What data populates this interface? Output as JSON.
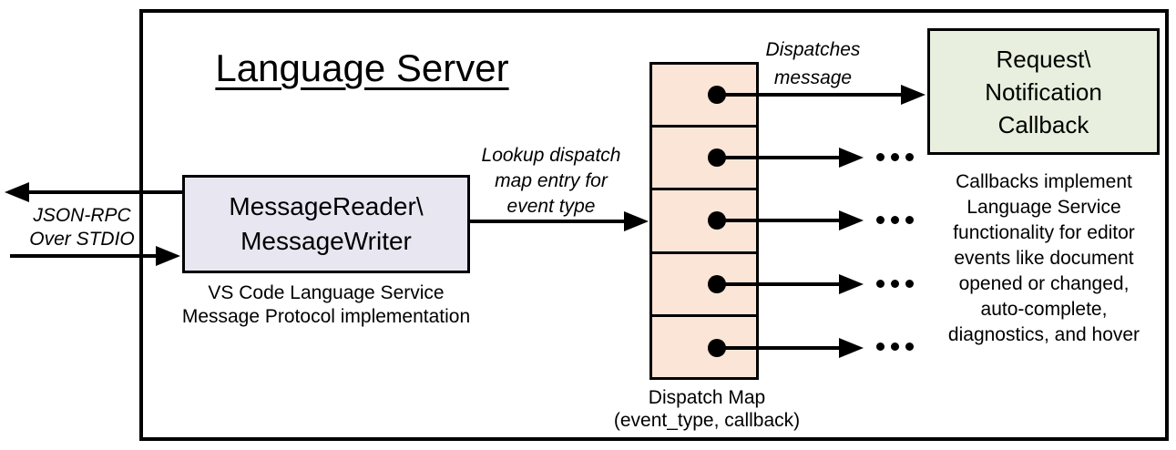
{
  "diagram": {
    "title": "Language Server"
  },
  "io_module": {
    "label_lines": [
      "MessageReader\\",
      "MessageWriter"
    ],
    "caption_lines": [
      "VS Code Language Service",
      "Message Protocol implementation"
    ],
    "fill": "#E8E6F0"
  },
  "dispatch_map": {
    "entry_count": 5,
    "caption_lines": [
      "Dispatch Map",
      "(event_type, callback)"
    ],
    "fill": "#FBE5D6"
  },
  "callback_box": {
    "label_lines": [
      "Request\\",
      "Notification",
      "Callback"
    ],
    "caption_lines": [
      "Callbacks implement",
      "Language Service",
      "functionality for editor",
      "events like document",
      "opened or changed,",
      "auto-complete,",
      "diagnostics, and hover"
    ],
    "fill": "#E8EFDE"
  },
  "annotations": {
    "json_rpc_lines": [
      "JSON-RPC",
      "Over STDIO"
    ],
    "lookup_lines": [
      "Lookup dispatch",
      "map entry for",
      "event type"
    ],
    "dispatch_lines": [
      "Dispatches",
      "message"
    ]
  },
  "icons": {
    "ellipsis": "ellipsis-icon (three black dots)",
    "arrowhead": "arrowhead-icon (solid black triangle)",
    "map_entry": "map-entry-dot-icon (black circle)"
  },
  "colors": {
    "line": "#000000",
    "background": "#FFFFFF",
    "io_fill": "#E8E6F0",
    "map_fill": "#FBE5D6",
    "callback_fill": "#E8EFDE"
  }
}
